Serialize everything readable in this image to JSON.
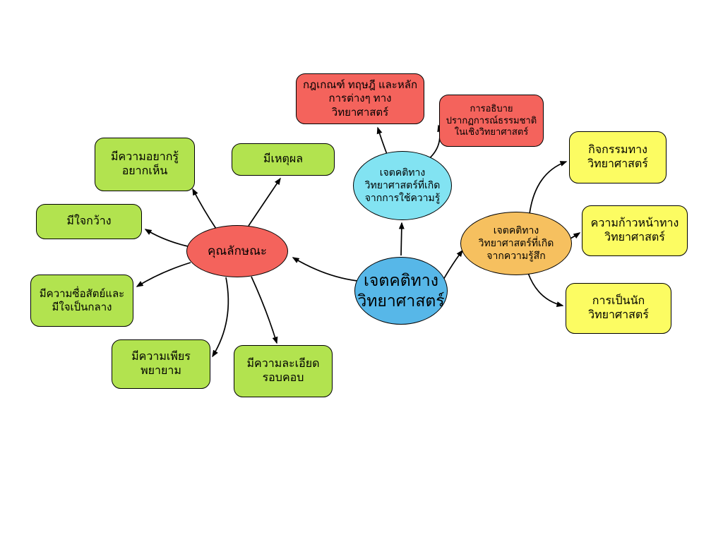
{
  "diagram": {
    "type": "mindmap",
    "language": "th",
    "colors": {
      "central": "#57b7e8",
      "cyan": "#82e3f2",
      "red": "#f4635c",
      "orange": "#f6c05f",
      "yellow": "#fcfc62",
      "green": "#b2e34f",
      "border": "#000000",
      "background": "#ffffff"
    }
  },
  "nodes": {
    "central": {
      "label": "เจตคติทาง\nวิทยาศาสตร์"
    },
    "knowledge_attitude": {
      "label": "เจตคติทาง\nวิทยาศาสตร์ที่เกิด\nจากการใช้ความรู้"
    },
    "rules": {
      "label": "กฎเกณฑ์ ทฤษฎี และหลัก\nการต่างๆ ทาง\nวิทยาศาสตร์"
    },
    "explanation": {
      "label": "การอธิบาย\nปรากฏการณ์ธรรมชาติ\nในเชิงวิทยาศาสตร์"
    },
    "feeling_attitude": {
      "label": "เจตคติทาง\nวิทยาศาสตร์ที่เกิด\nจากความรู้สึก"
    },
    "activities": {
      "label": "กิจกรรมทาง\nวิทยาศาสตร์"
    },
    "progress": {
      "label": "ความก้าวหน้าทาง\nวิทยาศาสตร์"
    },
    "being_scientist": {
      "label": "การเป็นนัก\nวิทยาศาสตร์"
    },
    "traits": {
      "label": "คุณลักษณะ"
    },
    "curiosity": {
      "label": "มีความอยากรู้\nอยากเห็น"
    },
    "rational": {
      "label": "มีเหตุผล"
    },
    "open_minded": {
      "label": "มีใจกว้าง"
    },
    "honesty": {
      "label": "มีความซื่อสัตย์และ\nมีใจเป็นกลาง"
    },
    "perseverance": {
      "label": "มีความเพียร\nพยายาม"
    },
    "carefulness": {
      "label": "มีความละเอียด\nรอบคอบ"
    }
  }
}
